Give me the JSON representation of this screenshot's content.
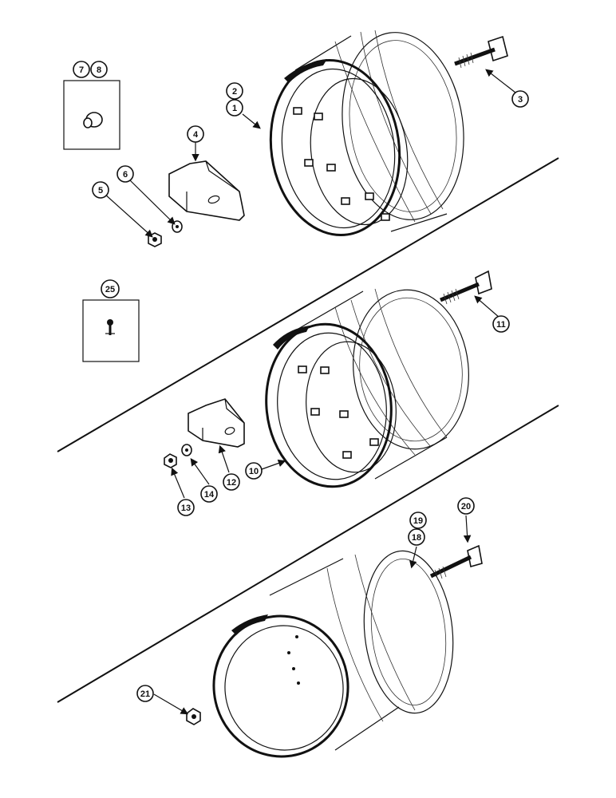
{
  "colors": {
    "ink": "#111111",
    "paper": "#ffffff"
  },
  "callouts": {
    "c1": "1",
    "c2": "2",
    "c3": "3",
    "c4": "4",
    "c5": "5",
    "c6": "6",
    "c7": "7",
    "c8": "8",
    "c10": "10",
    "c11": "11",
    "c12": "12",
    "c13": "13",
    "c14": "14",
    "c18": "18",
    "c19": "19",
    "c20": "20",
    "c21": "21",
    "c25": "25"
  }
}
